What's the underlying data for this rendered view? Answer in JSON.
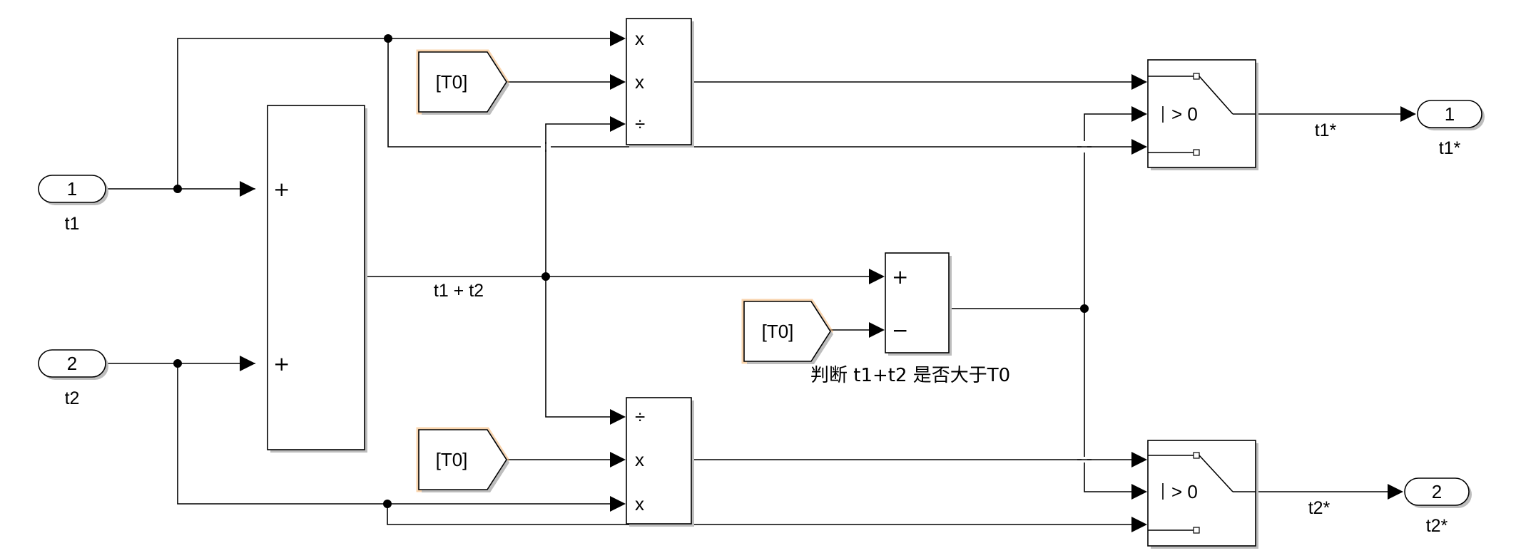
{
  "inports": [
    {
      "number": "1",
      "name": "t1"
    },
    {
      "number": "2",
      "name": "t2"
    }
  ],
  "outports": [
    {
      "number": "1",
      "name": "t1*"
    },
    {
      "number": "2",
      "name": "t2*"
    }
  ],
  "goto_tags": {
    "top": "[T0]",
    "middle": "[T0]",
    "bottom": "[T0]"
  },
  "sum_block": {
    "signs": [
      "+",
      "+"
    ]
  },
  "product_top": {
    "ops": [
      "x",
      "x",
      "÷"
    ]
  },
  "product_bottom": {
    "ops": [
      "÷",
      "x",
      "x"
    ]
  },
  "compare_sum": {
    "signs": [
      "+",
      "−"
    ]
  },
  "switch_top": {
    "criteria": "> 0"
  },
  "switch_bottom": {
    "criteria": "> 0"
  },
  "signal_labels": {
    "sum": "t1 + t2",
    "out1": "t1*",
    "out2": "t2*"
  },
  "annotation": "判断 t1+t2 是否大于T0"
}
